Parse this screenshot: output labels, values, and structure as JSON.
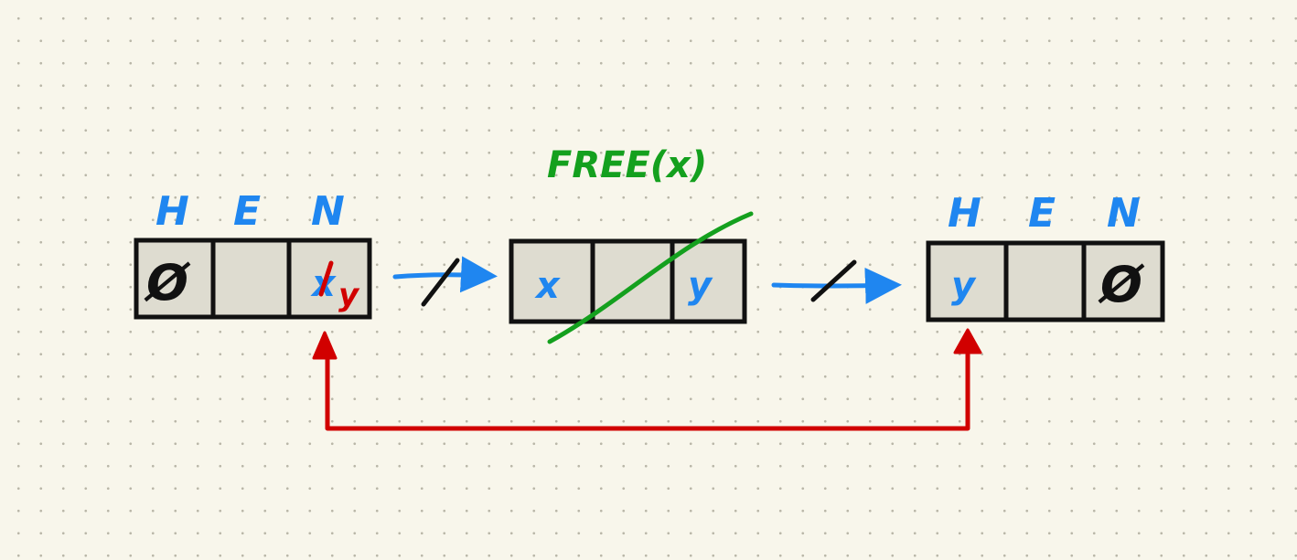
{
  "colors": {
    "background": "#f8f6eb",
    "node_fill": "#dedcd0",
    "blue": "#1f86f0",
    "red": "#d10000",
    "green": "#14a01e",
    "black": "#111111"
  },
  "left_node": {
    "headers": [
      "H",
      "E",
      "N"
    ],
    "cells": [
      "Ø",
      "",
      "x"
    ],
    "overwrite_value": "y"
  },
  "middle_node": {
    "cells": [
      "x",
      "",
      "y"
    ],
    "annotation": "FREE(x)"
  },
  "right_node": {
    "headers": [
      "H",
      "E",
      "N"
    ],
    "cells": [
      "y",
      "",
      "Ø"
    ]
  }
}
